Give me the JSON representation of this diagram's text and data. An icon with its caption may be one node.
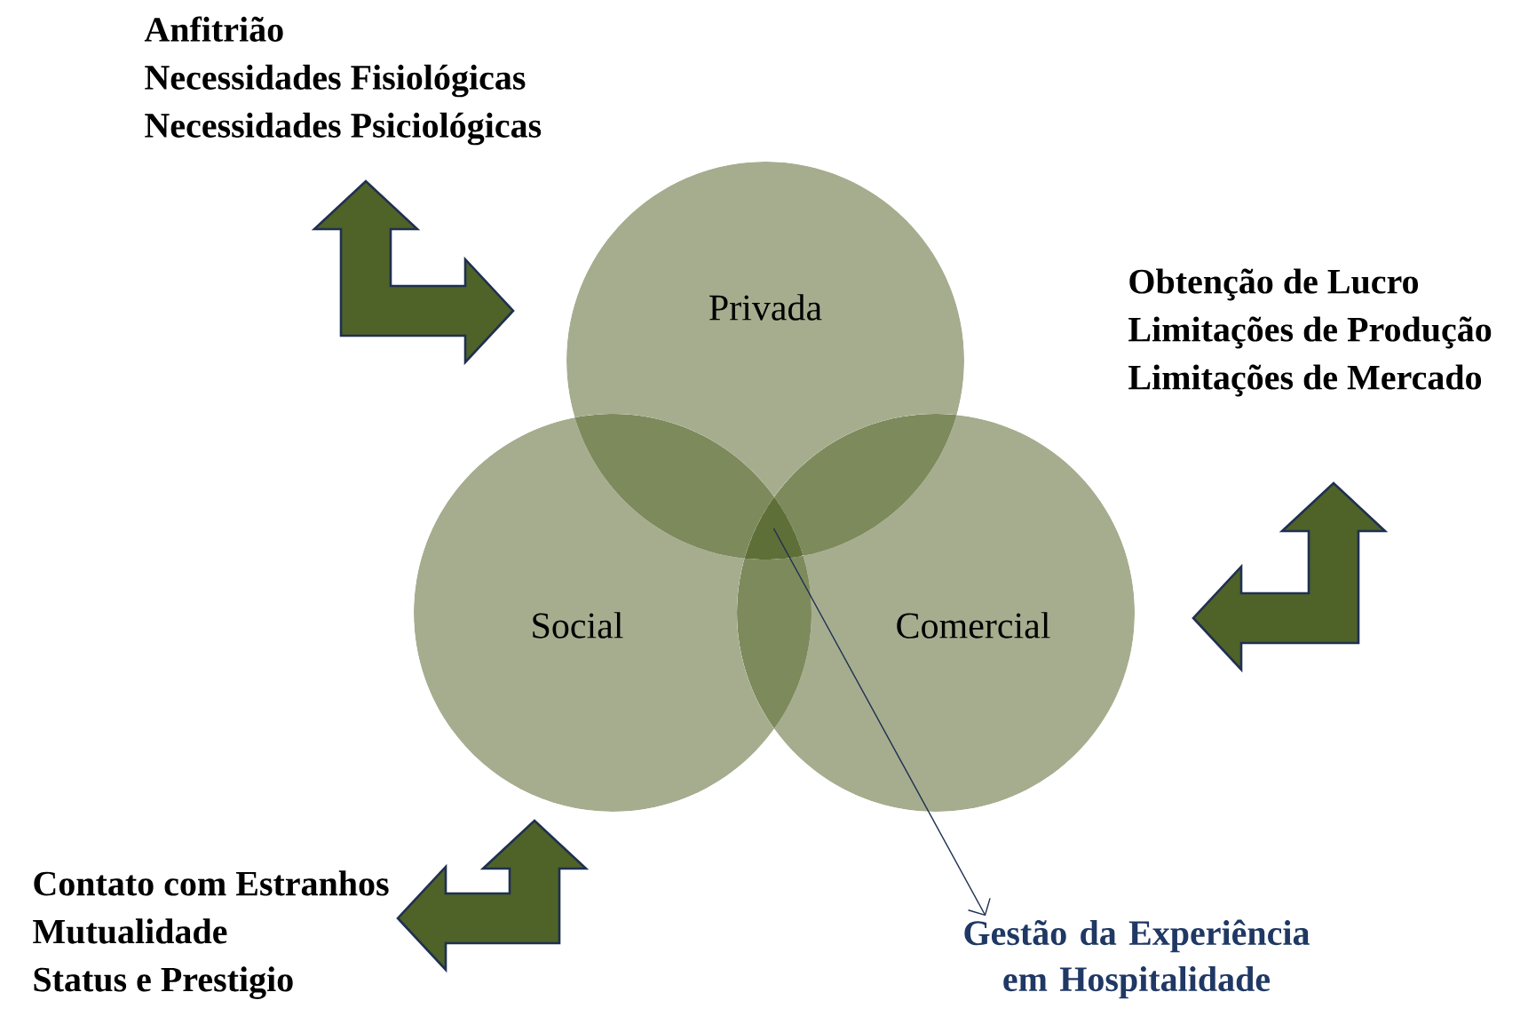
{
  "diagram": {
    "nodes": [
      {
        "text": [
          "Anfitrião",
          "Necessidades Fisiológicas",
          "Necessidades Psiciológicas"
        ]
      },
      {
        "text": [
          "Privada"
        ]
      },
      {
        "text": [
          "Obtenção de Lucro",
          "Limitações de Produção",
          "Limitações de Mercado"
        ]
      },
      {
        "text": [
          "Social"
        ]
      },
      {
        "text": [
          "Comercial"
        ]
      },
      {
        "text": [
          "Contato com Estranhos",
          "Mutualidade",
          "Status e Prestigio"
        ]
      },
      {
        "text": [
          "Gestão da Experiência em Hospitalidade"
        ]
      },
      {
        "text": [],
        "shape": "triangle"
      }
    ],
    "edges": [
      {
        "from": 7,
        "to": 6,
        "arrow": "to"
      },
      {
        "from": 0,
        "to": 1,
        "arrow": "both"
      },
      {
        "from": 2,
        "to": 4,
        "arrow": "both"
      },
      {
        "from": 5,
        "to": 3,
        "arrow": "both"
      }
    ]
  }
}
